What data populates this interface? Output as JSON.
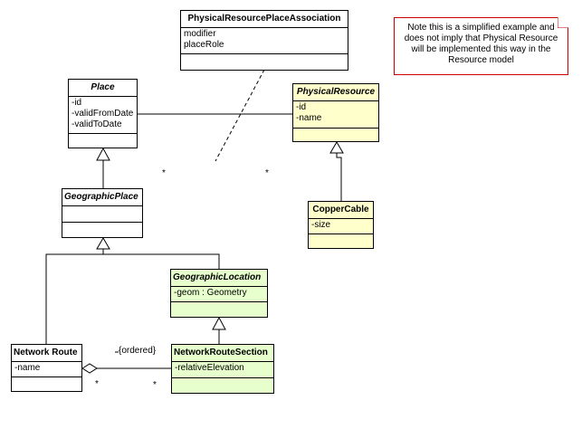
{
  "note": "Note this is a simplified example and does not imply that Physical Resource will be implemented this way in the Resource model",
  "classes": {
    "assoc": {
      "name": "PhysicalResourcePlaceAssociation",
      "attrs": [
        "modifier",
        "placeRole"
      ]
    },
    "place": {
      "name": "Place",
      "attrs": [
        "-id",
        "-validFromDate",
        "-validToDate"
      ]
    },
    "physical_resource": {
      "name": "PhysicalResource",
      "attrs": [
        "-id",
        "-name"
      ]
    },
    "geographic_place": {
      "name": "GeographicPlace",
      "attrs": []
    },
    "copper_cable": {
      "name": "CopperCable",
      "attrs": [
        "-size"
      ]
    },
    "geographic_location": {
      "name": "GeographicLocation",
      "attrs": [
        "-geom : Geometry"
      ]
    },
    "network_route": {
      "name": "Network Route",
      "attrs": [
        "-name"
      ]
    },
    "network_route_section": {
      "name": "NetworkRouteSection",
      "attrs": [
        "-relativeElevation"
      ]
    }
  },
  "multiplicities": {
    "place_end": "*",
    "resource_end": "*",
    "route_end": "*",
    "section_end": "*"
  },
  "constraint": "{ordered}",
  "colors": {
    "yellow": "#ffffcc",
    "green": "#e6ffcc",
    "note_border": "#cc0000"
  }
}
